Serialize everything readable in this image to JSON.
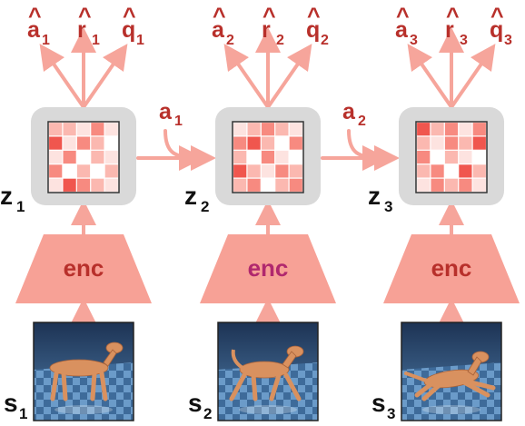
{
  "colors": {
    "arrow": "#f6a59b",
    "encoder": "#f7a196",
    "output_text": "#b8302b",
    "enc_text_default": "#b8302b",
    "enc_text_highlight": "#b0286e",
    "latent_frame": "#d9d9d9",
    "cell_palette": [
      "#ffffff",
      "#fde3e0",
      "#fbb8b0",
      "#f78a80",
      "#f0564e"
    ]
  },
  "steps": [
    {
      "outputs": [
        {
          "base": "a",
          "hat": "^",
          "sub": "1"
        },
        {
          "base": "r",
          "hat": "^",
          "sub": "1"
        },
        {
          "base": "q",
          "hat": "^",
          "sub": "1"
        }
      ],
      "latent": {
        "base": "z",
        "sub": "1"
      },
      "latent_cells": [
        [
          2,
          2,
          1,
          3,
          1
        ],
        [
          4,
          1,
          3,
          2,
          0
        ],
        [
          1,
          3,
          0,
          2,
          1
        ],
        [
          3,
          0,
          2,
          0,
          2
        ],
        [
          1,
          4,
          3,
          2,
          1
        ]
      ],
      "action": null,
      "encoder_label": "enc",
      "encoder_highlight": false,
      "state": {
        "base": "s",
        "sub": "1"
      },
      "state_image": "dog-standing-icon"
    },
    {
      "outputs": [
        {
          "base": "a",
          "hat": "^",
          "sub": "2"
        },
        {
          "base": "r",
          "hat": "^",
          "sub": "2"
        },
        {
          "base": "q",
          "hat": "^",
          "sub": "2"
        }
      ],
      "latent": {
        "base": "z",
        "sub": "2"
      },
      "latent_cells": [
        [
          1,
          2,
          3,
          2,
          1
        ],
        [
          3,
          4,
          2,
          0,
          3
        ],
        [
          2,
          0,
          3,
          1,
          0
        ],
        [
          4,
          2,
          1,
          3,
          2
        ],
        [
          2,
          3,
          0,
          2,
          3
        ]
      ],
      "action": {
        "base": "a",
        "sub": "1"
      },
      "encoder_label": "enc",
      "encoder_highlight": true,
      "state": {
        "base": "s",
        "sub": "2"
      },
      "state_image": "dog-stretching-icon"
    },
    {
      "outputs": [
        {
          "base": "a",
          "hat": "^",
          "sub": "3"
        },
        {
          "base": "r",
          "hat": "^",
          "sub": "3"
        },
        {
          "base": "q",
          "hat": "^",
          "sub": "3"
        }
      ],
      "latent": {
        "base": "z",
        "sub": "3"
      },
      "latent_cells": [
        [
          4,
          2,
          3,
          1,
          3
        ],
        [
          2,
          1,
          3,
          2,
          4
        ],
        [
          3,
          0,
          2,
          1,
          0
        ],
        [
          2,
          3,
          0,
          4,
          2
        ],
        [
          1,
          3,
          2,
          3,
          1
        ]
      ],
      "action": {
        "base": "a",
        "sub": "2"
      },
      "encoder_label": "enc",
      "encoder_highlight": false,
      "state": {
        "base": "s",
        "sub": "3"
      },
      "state_image": "dog-leaping-icon"
    }
  ]
}
